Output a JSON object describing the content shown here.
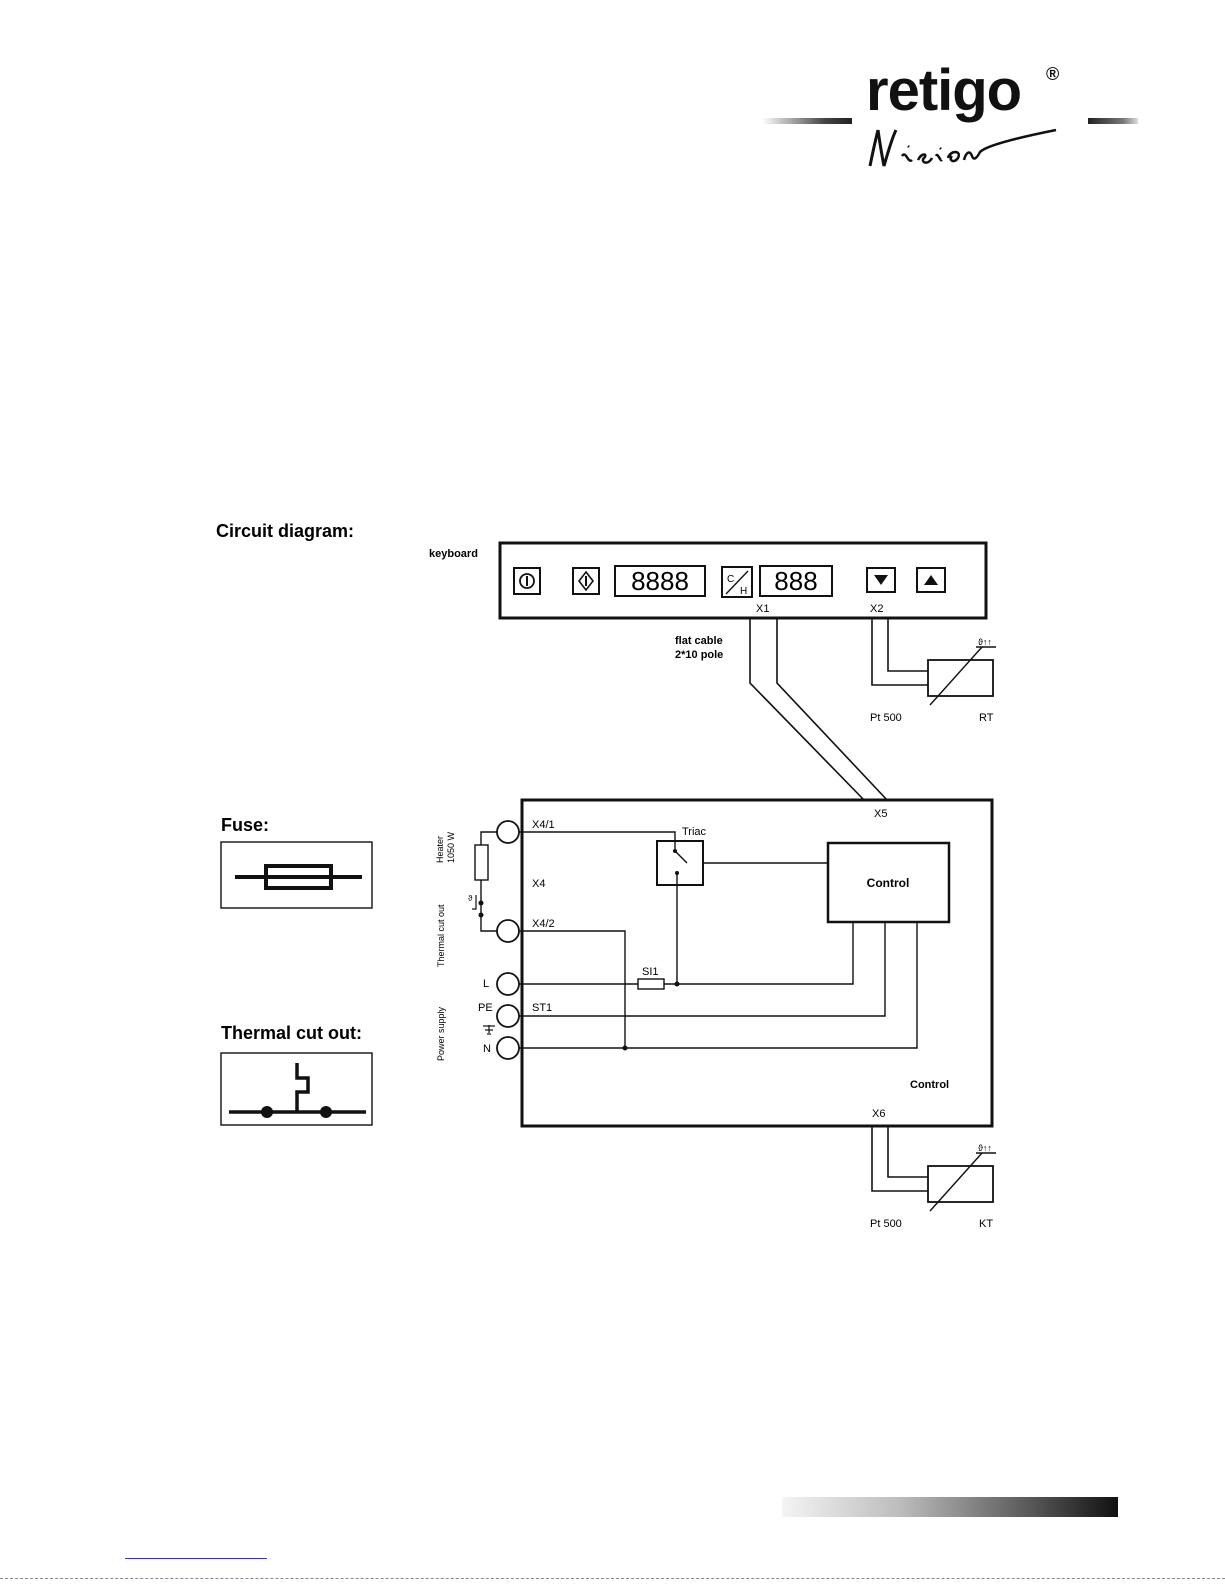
{
  "header": {
    "brand": "retigo",
    "registered": "®",
    "subbrand": "Vision"
  },
  "diagram": {
    "title": "Circuit diagram:",
    "keyboard_label": "keyboard",
    "keyboard_display_left": "8888",
    "keyboard_display_right": "888",
    "connector_x1": "X1",
    "connector_x2": "X2",
    "flat_cable_line1": "flat cable",
    "flat_cable_line2": "2*10 pole",
    "sensor_top_type": "Pt 500",
    "sensor_top_name": "RT",
    "sensor_top_symbol": "ϑ↑↑",
    "connector_x5": "X5",
    "connector_x41": "X4/1",
    "connector_x4": "X4",
    "connector_x42": "X4/2",
    "heater_label_1": "Heater",
    "heater_label_2": "1050 W",
    "thermal_cut_label": "Thermal cut out",
    "thermal_symbol": "ϑ",
    "triac_label": "Triac",
    "control_block_label": "Control",
    "fuse_si1": "SI1",
    "terminal_l": "L",
    "terminal_pe": "PE",
    "terminal_n": "N",
    "terminal_st1": "ST1",
    "power_supply_label": "Power supply",
    "board_label": "Control",
    "connector_x6": "X6",
    "sensor_bottom_type": "Pt 500",
    "sensor_bottom_name": "KT",
    "sensor_bottom_symbol": "ϑ↑↑",
    "legend_fuse_title": "Fuse:",
    "legend_thermal_title": "Thermal cut out:"
  }
}
